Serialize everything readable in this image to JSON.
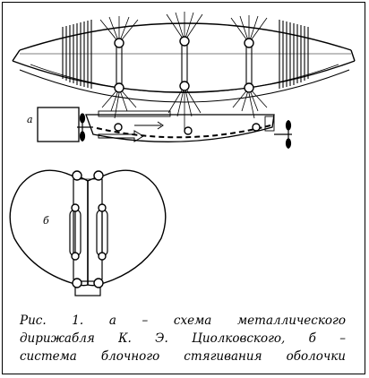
{
  "figure": {
    "label_a": "а",
    "label_b": "б"
  },
  "caption": {
    "line1": "Рис. 1.    а    –    схема    металлического",
    "line2": "дирижабля  К. Э.  Циолковского,  б  –",
    "line3": "система   блочного   стягивания   оболочки"
  }
}
